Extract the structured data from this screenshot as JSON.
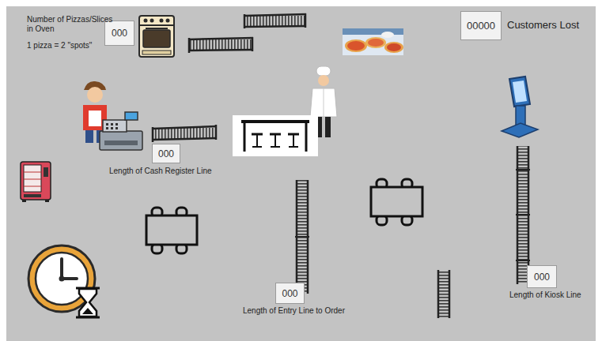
{
  "diagram": {
    "nodes": [
      {
        "text": [
          "000"
        ]
      },
      {
        "text": [
          "00000"
        ]
      },
      {
        "text": [
          "000"
        ]
      },
      {
        "text": [
          "000"
        ]
      },
      {
        "text": [
          "000"
        ]
      }
    ],
    "labels": [
      "Number of Pizzas/Slices in Oven",
      "1 pizza = 2 \"spots\"",
      "Customers Lost",
      "Length of Cash Register Line",
      "Length of Kiosk Line",
      "Length of Entry Line to Order"
    ]
  }
}
